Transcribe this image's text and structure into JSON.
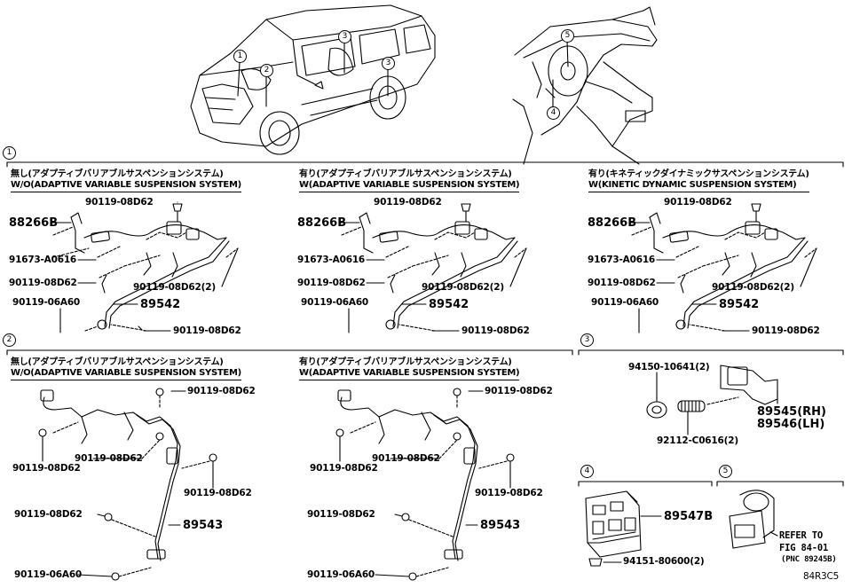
{
  "callouts": [
    "1",
    "2",
    "3",
    "4",
    "5"
  ],
  "section1": {
    "badge": "1",
    "panels": [
      {
        "jp": "無し(アダプティブバリアブルサスペンションシステム)",
        "en": "W/O(ADAPTIVE VARIABLE SUSPENSION SYSTEM)",
        "p_top": "90119-08D62",
        "p_bracket": "88266B",
        "p_clip": "91673-A0616",
        "p_bolt1": "90119-08D62",
        "p_bolt2": "90119-08D62(2)",
        "p_bolt3": "90119-06A60",
        "p_sensor": "89542",
        "p_bolt4": "90119-08D62"
      },
      {
        "jp": "有り(アダプティブバリアブルサスペンションシステム)",
        "en": "W(ADAPTIVE VARIABLE SUSPENSION SYSTEM)",
        "p_top": "90119-08D62",
        "p_bracket": "88266B",
        "p_clip": "91673-A0616",
        "p_bolt1": "90119-08D62",
        "p_bolt2": "90119-08D62(2)",
        "p_bolt3": "90119-06A60",
        "p_sensor": "89542",
        "p_bolt4": "90119-08D62"
      },
      {
        "jp": "有り(キネティックダイナミックサスペンションシステム)",
        "en": "W(KINETIC DYNAMIC SUSPENSION SYSTEM)",
        "p_top": "90119-08D62",
        "p_bracket": "88266B",
        "p_clip": "91673-A0616",
        "p_bolt1": "90119-08D62",
        "p_bolt2": "90119-08D62(2)",
        "p_bolt3": "90119-06A60",
        "p_sensor": "89542",
        "p_bolt4": "90119-08D62"
      }
    ]
  },
  "section2": {
    "badge": "2",
    "panels": [
      {
        "jp": "無し(アダプティブバリアブルサスペンションシステム)",
        "en": "W/O(ADAPTIVE VARIABLE SUSPENSION SYSTEM)",
        "p_top": "90119-08D62",
        "p_left": "90119-08D62",
        "p_mid": "90119-08D62",
        "p_right": "90119-08D62",
        "p_low": "90119-08D62",
        "p_sensor": "89543",
        "p_bottom": "90119-06A60"
      },
      {
        "jp": "有り(アダプティブバリアブルサスペンションシステム)",
        "en": "W(ADAPTIVE VARIABLE SUSPENSION SYSTEM)",
        "p_top": "90119-08D62",
        "p_left": "90119-08D62",
        "p_mid": "90119-08D62",
        "p_right": "90119-08D62",
        "p_low": "90119-08D62",
        "p_sensor": "89543",
        "p_bottom": "90119-06A60"
      }
    ]
  },
  "section3": {
    "badge": "3",
    "p_ring": "94150-10641(2)",
    "p_spring": "92112-C0616(2)",
    "p_rh": "89545(RH)",
    "p_lh": "89546(LH)"
  },
  "section4": {
    "badge": "4",
    "p_ecu": "89547B",
    "p_nut": "94151-80600(2)"
  },
  "section5": {
    "badge": "5",
    "ref1": "REFER TO",
    "ref2": "FIG 84-01",
    "ref3": "(PNC 89245B)"
  },
  "footer_code": "84R3C5"
}
